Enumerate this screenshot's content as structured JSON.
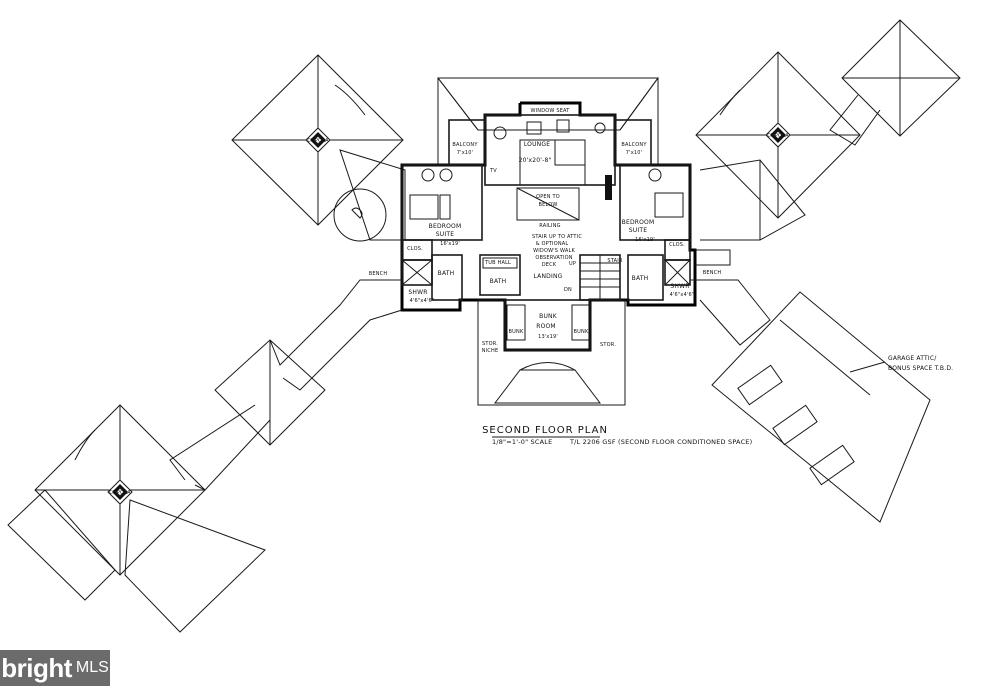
{
  "plan": {
    "title": "SECOND FLOOR PLAN",
    "scale_note": "1/8\"=1'-0\" SCALE",
    "area_note": "T/L 2206 GSF (SECOND FLOOR CONDITIONED SPACE)",
    "garage_note_1": "GARAGE ATTIC/",
    "garage_note_2": "BONUS SPACE T.B.D.",
    "rooms": {
      "lounge": "LOUNGE",
      "lounge_dim": "20'x20'-8\"",
      "window_seat": "WINDOW SEAT",
      "balcony_left": "BALCONY",
      "balcony_left_dim": "7'x10'",
      "balcony_right": "BALCONY",
      "balcony_right_dim": "7'x10'",
      "bedroom_left": "BEDROOM",
      "suite_left": "SUITE",
      "bedroom_left_dim": "16'x19'",
      "bedroom_right": "BEDROOM",
      "suite_right": "SUITE",
      "bedroom_right_dim": "16'x19'",
      "open_to_below_1": "OPEN TO",
      "open_to_below_2": "BELOW",
      "stair_note_1": "STAIR UP TO ATTIC",
      "stair_note_2": "& OPTIONAL",
      "stair_note_3": "WIDOW'S WALK",
      "stair_note_4": "OBSERVATION",
      "stair_note_5": "DECK",
      "railing": "RAILING",
      "landing": "LANDING",
      "stair": "STAIR",
      "tub_hall": "TUB HALL",
      "bath_left": "BATH",
      "bath_center": "BATH",
      "bath_right": "BATH",
      "clos_left": "CLOS.",
      "clos_right": "CLOS.",
      "shwr_left": "SHWR",
      "shwr_left_dim": "4'6\"x4'6\"",
      "shwr_right": "SHWR",
      "shwr_right_dim": "4'6\"x4'6\"",
      "bunk_room": "BUNK",
      "bunk_room_2": "ROOM",
      "bunk_room_dim": "13'x19'",
      "bunk_left": "BUNK",
      "bunk_right": "BUNK",
      "storage_nook_1": "STOR.",
      "storage_nook_2": "NICHE",
      "stor_right": "STOR.",
      "bench_left": "BENCH",
      "bench_right": "BENCH",
      "up": "UP",
      "dn": "DN",
      "tv": "TV",
      "cupola_1": "CUPOLA",
      "cupola_2": "CUPOLA",
      "cupola_3": "CUPOLA"
    }
  },
  "watermark": {
    "brand": "bright",
    "suffix": "MLS"
  }
}
